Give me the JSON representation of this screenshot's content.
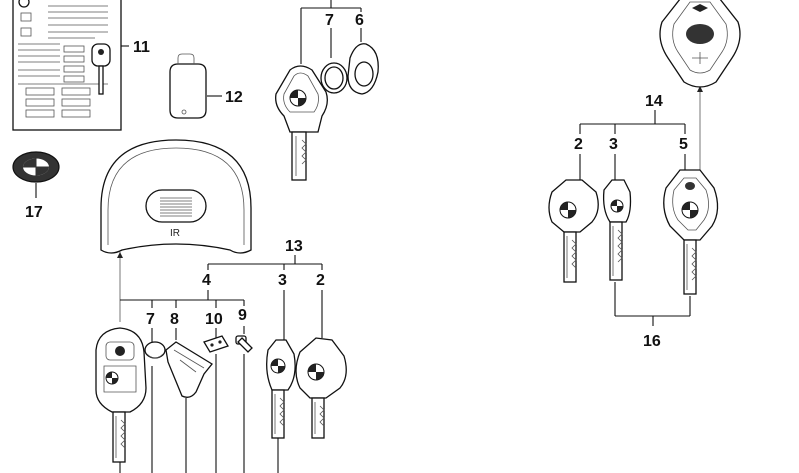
{
  "callouts": {
    "n1": "11",
    "n2": "12",
    "n3": "7",
    "n4": "6",
    "n5": "17",
    "n6": "14",
    "n7": "2",
    "n8": "3",
    "n9": "5",
    "n10": "16",
    "n11": "13",
    "n12": "4",
    "n13": "3",
    "n14": "2",
    "n15": "7",
    "n16": "8",
    "n17": "10",
    "n18": "9"
  },
  "remote_cover_text": "IR"
}
